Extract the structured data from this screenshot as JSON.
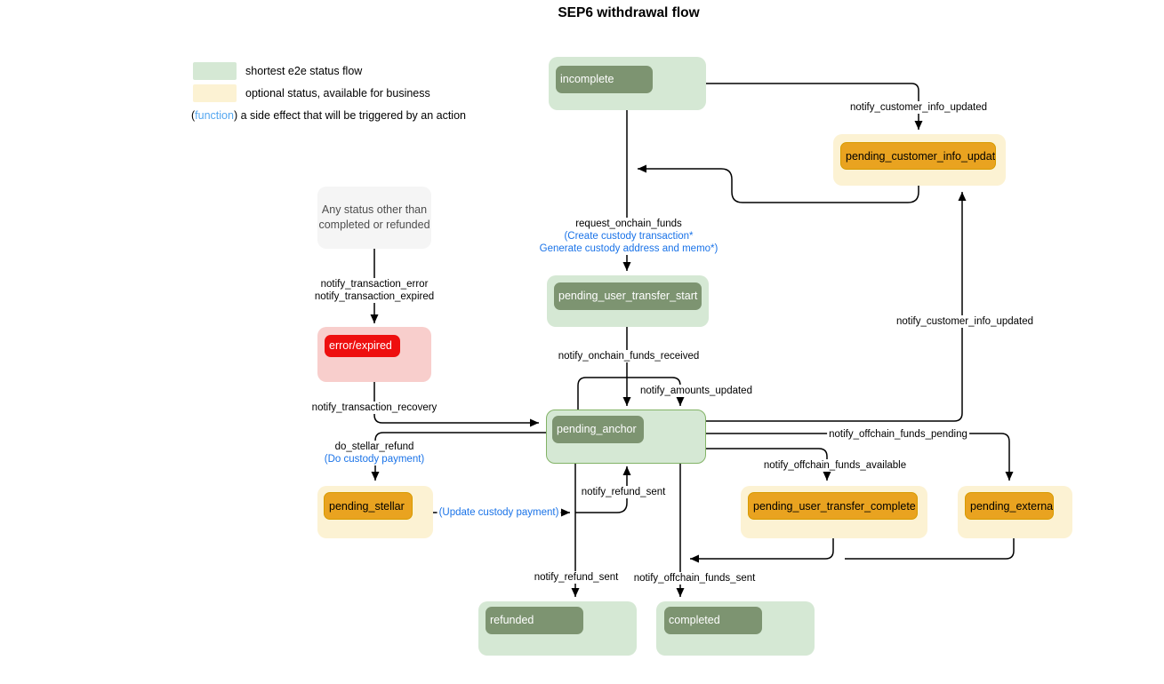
{
  "title": "SEP6 withdrawal flow",
  "colors": {
    "green-fill": "#d5e8d4",
    "green-inner": "#7d9471",
    "green-border": "#82b366",
    "yellow-fill": "#fcf2d3",
    "orange-inner": "#e9a320",
    "orange-border": "#d79b00",
    "pink-fill": "#f8cecc",
    "red-inner": "#ee0f0f",
    "gray-fill": "#f5f5f5",
    "fn-blue": "#1a73e8",
    "legend-blue": "#55a7f0",
    "edge-black": "#000000"
  },
  "legend": {
    "swatch_green_label": "shortest e2e status flow",
    "swatch_yellow_label": "optional status, available for business",
    "fn_open": "(",
    "fn_word": "function",
    "fn_close": ")",
    "fn_note": " a side effect that will be triggered by an action"
  },
  "nodes": {
    "incomplete": {
      "label": "incomplete",
      "kind": "green"
    },
    "pending_customer_info_update": {
      "label": "pending_customer_info_update",
      "kind": "optional"
    },
    "any_status_note": {
      "line1": "Any status other than",
      "line2": "completed or refunded",
      "kind": "note"
    },
    "error_expired": {
      "label": "error/expired",
      "kind": "error"
    },
    "pending_user_transfer_start": {
      "label": "pending_user_transfer_start",
      "kind": "green"
    },
    "pending_anchor": {
      "label": "pending_anchor",
      "kind": "green"
    },
    "pending_stellar": {
      "label": "pending_stellar",
      "kind": "optional"
    },
    "pending_user_transfer_complete": {
      "label": "pending_user_transfer_complete",
      "kind": "optional"
    },
    "pending_external": {
      "label": "pending_external",
      "kind": "optional"
    },
    "refunded": {
      "label": "refunded",
      "kind": "green"
    },
    "completed": {
      "label": "completed",
      "kind": "green"
    }
  },
  "edges": {
    "incomplete_to_pending_customer_info_update": {
      "from": "incomplete",
      "to": "pending_customer_info_update",
      "label": "notify_customer_info_updated"
    },
    "incomplete_to_pending_user_transfer_start": {
      "from": "incomplete",
      "to": "pending_user_transfer_start",
      "label": "request_onchain_funds",
      "fn1": "(Create custody transaction*",
      "fn2": "Generate custody address and memo*)"
    },
    "any_status_to_error_expired": {
      "from": "any_status_note",
      "to": "error_expired",
      "label1": "notify_transaction_error",
      "label2": "notify_transaction_expired"
    },
    "pending_user_transfer_start_to_pending_anchor": {
      "from": "pending_user_transfer_start",
      "to": "pending_anchor",
      "label": "notify_onchain_funds_received"
    },
    "pending_anchor_self_loop": {
      "from": "pending_anchor",
      "to": "pending_anchor",
      "label": "notify_amounts_updated"
    },
    "error_expired_to_pending_anchor": {
      "from": "error_expired",
      "to": "pending_anchor",
      "label": "notify_transaction_recovery"
    },
    "pending_anchor_to_pending_stellar": {
      "from": "pending_anchor",
      "to": "pending_stellar",
      "label": "do_stellar_refund",
      "fn": "(Do custody payment)"
    },
    "pending_stellar_update_custody": {
      "from": "pending_stellar",
      "to": "pending_anchor",
      "fn": "(Update custody payment)"
    },
    "pending_stellar_to_pending_anchor": {
      "from": "pending_stellar",
      "to": "pending_anchor",
      "label": "notify_refund_sent"
    },
    "pending_anchor_to_refunded": {
      "from": "pending_anchor",
      "to": "refunded",
      "label": "notify_refund_sent"
    },
    "pending_anchor_to_completed": {
      "from": "pending_anchor",
      "to": "completed",
      "label": "notify_offchain_funds_sent"
    },
    "pending_anchor_to_pending_user_transfer_complete": {
      "from": "pending_anchor",
      "to": "pending_user_transfer_complete",
      "label": "notify_offchain_funds_available"
    },
    "pending_anchor_to_pending_external": {
      "from": "pending_anchor",
      "to": "pending_external",
      "label": "notify_offchain_funds_pending"
    },
    "pending_anchor_to_pending_customer_info_update": {
      "from": "pending_anchor",
      "to": "pending_customer_info_update",
      "label": "notify_customer_info_updated"
    }
  }
}
